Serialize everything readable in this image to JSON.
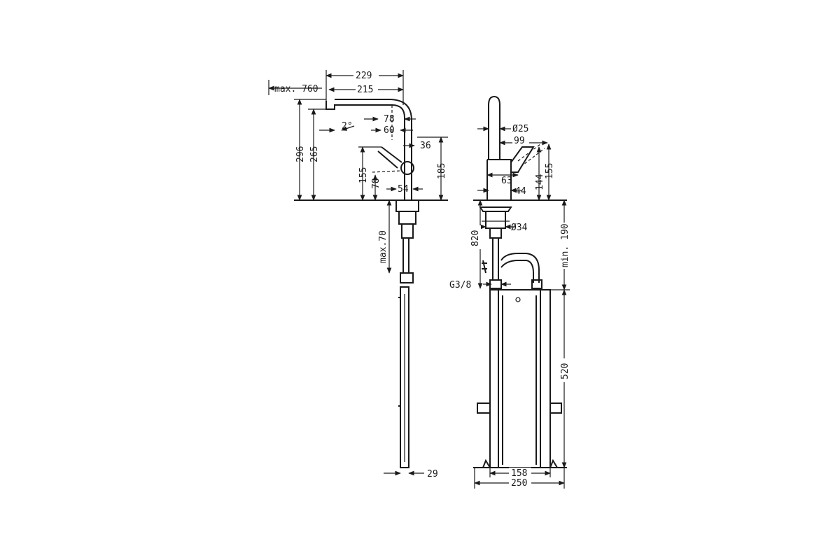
{
  "side_view": {
    "labels": {
      "w229": "229",
      "w215": "215",
      "max760": "max. 760",
      "h296": "296",
      "h265": "265",
      "angle": "2°",
      "d78a": "78",
      "d60": "60",
      "d36": "36",
      "h155": "155",
      "h78b": "78",
      "w54": "54",
      "h185": "185",
      "max70": "max.70",
      "w29": "29"
    }
  },
  "front_view": {
    "labels": {
      "dia25": "Ø25",
      "w99": "99",
      "h144": "144",
      "h155": "155",
      "w63": "63",
      "w44": "44",
      "dia34": "Ø34",
      "h820": "820",
      "min190": "min. 190",
      "g38": "G3/8",
      "h520": "520",
      "w158": "158",
      "w250": "250"
    }
  },
  "colors": {
    "line": "#1a1a1a",
    "background": "#ffffff"
  }
}
